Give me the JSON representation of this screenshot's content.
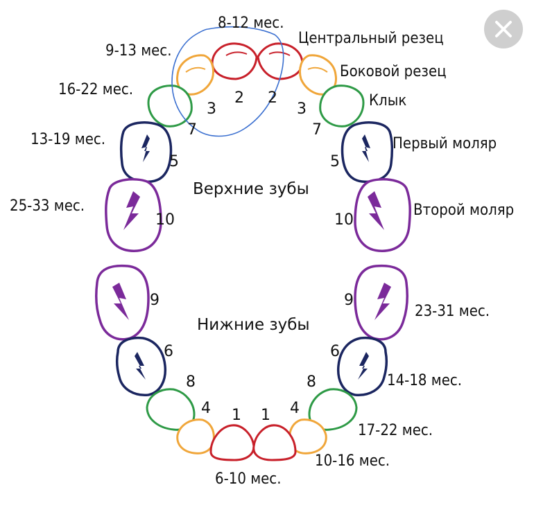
{
  "colors": {
    "incisor_central": "#c8202a",
    "incisor_lateral": "#f0a63a",
    "canine": "#2e9a46",
    "first_molar": "#1b2660",
    "second_molar": "#7b2a9a",
    "annotation": "#3a6fd0"
  },
  "labels": {
    "upper_central_age": "8-12 мес.",
    "upper_lateral_age": "9-13 мес.",
    "upper_canine_age": "16-22 мес.",
    "upper_first_molar_age": "13-19 мес.",
    "upper_second_molar_age": "25-33 мес.",
    "central_incisor": "Центральный резец",
    "lateral_incisor": "Боковой резец",
    "canine": "Клык",
    "first_molar": "Первый моляр",
    "second_molar": "Второй моляр",
    "upper_teeth": "Верхние зубы",
    "lower_teeth": "Нижние зубы",
    "lower_second_molar_age": "23-31 мес.",
    "lower_first_molar_age": "14-18 мес.",
    "lower_canine_age": "17-22 мес.",
    "lower_lateral_age": "10-16 мес.",
    "lower_central_age": "6-10 мес."
  },
  "order": {
    "upper_left_central": "2",
    "upper_right_central": "2",
    "upper_left_lateral": "3",
    "upper_right_lateral": "3",
    "upper_left_canine": "7",
    "upper_right_canine": "7",
    "upper_left_first_molar": "5",
    "upper_right_first_molar": "5",
    "upper_left_second_molar": "10",
    "upper_right_second_molar": "10",
    "lower_left_second_molar": "9",
    "lower_right_second_molar": "9",
    "lower_left_first_molar": "6",
    "lower_right_first_molar": "6",
    "lower_left_canine": "8",
    "lower_right_canine": "8",
    "lower_left_lateral": "4",
    "lower_right_lateral": "4",
    "lower_left_central": "1",
    "lower_right_central": "1"
  },
  "close_icon": "close-icon"
}
